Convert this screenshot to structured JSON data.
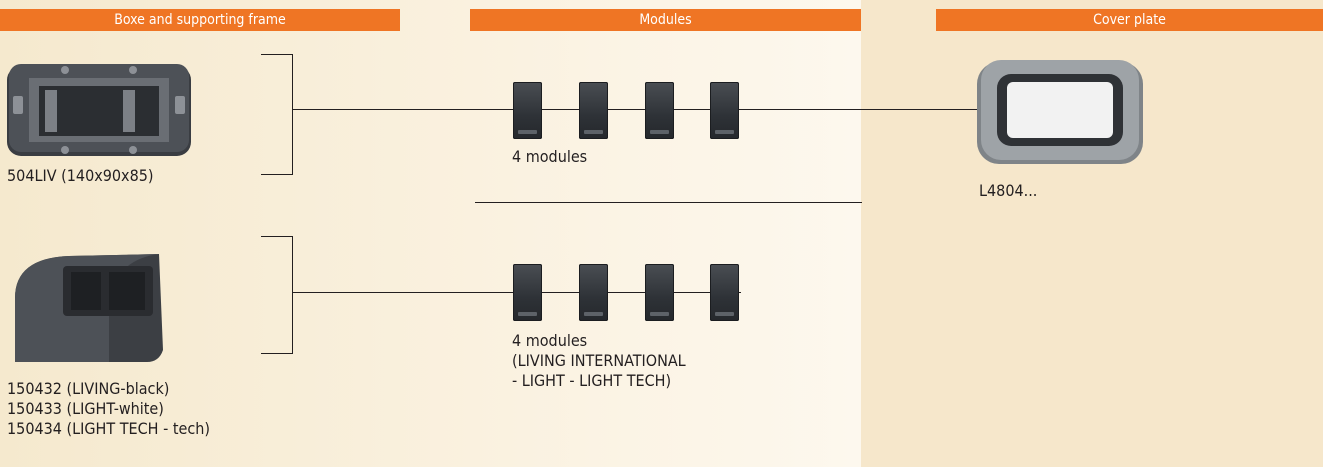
{
  "headers": {
    "box": "Boxe and supporting frame",
    "modules": "Modules",
    "cover": "Cover plate"
  },
  "row1": {
    "box_label": "504LIV (140x90x85)",
    "modules_label": "4 modules",
    "cover_label": "L4804..."
  },
  "row2": {
    "box_label_lines": [
      "150432 (LIVING-black)",
      "150433 (LIGHT-white)",
      "150434 (LIGHT TECH - tech)"
    ],
    "modules_label_lines": [
      "4 modules",
      "(LIVING INTERNATIONAL",
      "- LIGHT - LIGHT TECH)"
    ]
  },
  "colors": {
    "header_orange": "#ef7524",
    "module_dark": "#2e3237"
  },
  "icons": [
    "wall-box-image",
    "desktop-box-image",
    "module-icon",
    "cover-plate-image"
  ]
}
